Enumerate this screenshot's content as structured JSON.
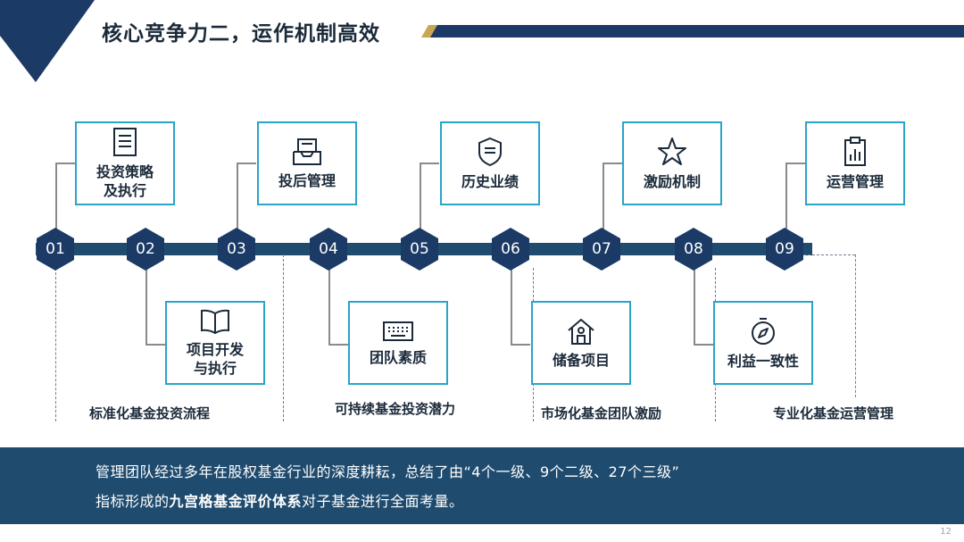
{
  "slide": {
    "title": "核心竞争力二，运作机制高效",
    "page_number": "12",
    "colors": {
      "navy": "#1f4b6e",
      "card_border": "#2aa4c9",
      "gold": "#c9a650",
      "dark_navy": "#1b3a66"
    }
  },
  "steps": [
    {
      "num": "01",
      "label": "投资策略\n及执行",
      "icon": "document-icon"
    },
    {
      "num": "02",
      "label": "项目开发\n与执行",
      "icon": "book-icon"
    },
    {
      "num": "03",
      "label": "投后管理",
      "icon": "inbox-tray-icon"
    },
    {
      "num": "04",
      "label": "团队素质",
      "icon": "keyboard-icon"
    },
    {
      "num": "05",
      "label": "历史业绩",
      "icon": "shield-document-icon"
    },
    {
      "num": "06",
      "label": "储备项目",
      "icon": "house-icon"
    },
    {
      "num": "07",
      "label": "激励机制",
      "icon": "star-icon"
    },
    {
      "num": "08",
      "label": "利益一致性",
      "icon": "compass-icon"
    },
    {
      "num": "09",
      "label": "运营管理",
      "icon": "clipboard-chart-icon"
    }
  ],
  "groups": [
    "标准化基金投资流程",
    "可持续基金投资潜力",
    "市场化基金团队激励",
    "专业化基金运营管理"
  ],
  "footer": {
    "line1": "管理团队经过多年在股权基金行业的深度耕耘，总结了由“4个一级、9个二级、27个三级”",
    "line2_pre": "指标形成的",
    "line2_bold": "九宫格基金评价体系",
    "line2_post": "对子基金进行全面考量。"
  }
}
